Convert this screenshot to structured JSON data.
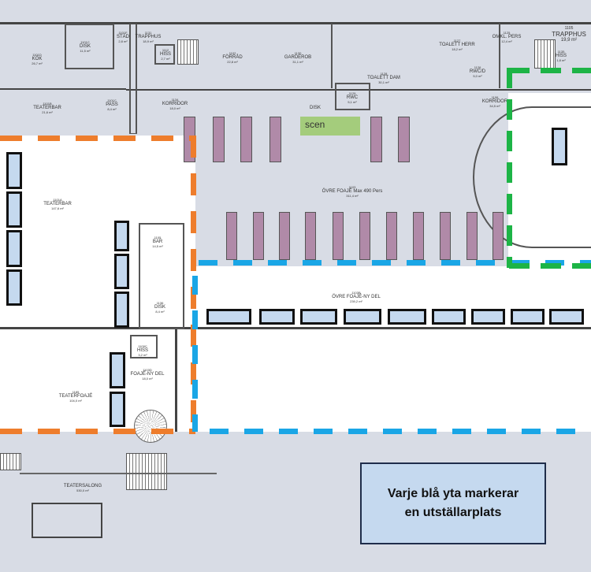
{
  "scene_label": "scen",
  "info_box": {
    "line1": "Varje blå yta markerar",
    "line2": "en utställarplats"
  },
  "colors": {
    "background": "#d8dce5",
    "orange_zone": "#ee7d2c",
    "blue_zone": "#1aa6e6",
    "green_zone": "#1db446",
    "booth": "#c5d9ef",
    "table": "#b08aa8",
    "stage": "#a4cc7c"
  },
  "rooms": [
    {
      "number": "1101D",
      "name": "KÖK",
      "area": "26,7 m²"
    },
    {
      "number": "1101C",
      "name": "DISK",
      "area": "11,5 m²"
    },
    {
      "number": "1101F",
      "name": "STÄD",
      "area": "2,8 m²"
    },
    {
      "number": "1131",
      "name": "TRAPPHUS",
      "area": "18,9 m²"
    },
    {
      "number": "1112",
      "name": "HISS",
      "area": "2,7 m²"
    },
    {
      "number": "1101B",
      "name": "TEATERBAR",
      "area": "21,6 m²"
    },
    {
      "number": "1101C",
      "name": "PASS",
      "area": "8,4 m²"
    },
    {
      "number": "1134",
      "name": "KORRIDOR",
      "area": "18,0 m²"
    },
    {
      "number": "1102",
      "name": "FÖRRÅD",
      "area": "22,8 m²"
    },
    {
      "number": "1130",
      "name": "GARDEROB",
      "area": "31,1 m²"
    },
    {
      "number": "1128",
      "name": "TOALETT DAM",
      "area": "30,1 m²"
    },
    {
      "number": "1129",
      "name": "RWC",
      "area": "5,1 m²"
    },
    {
      "number": "1127",
      "name": "TOALETT HERR",
      "area": "18,2 m²"
    },
    {
      "number": "1126",
      "name": "RWC/D",
      "area": "5,0 m²"
    },
    {
      "number": "1125",
      "name": "OMKL. PERS",
      "area": "12,4 m²"
    },
    {
      "number": "1135",
      "name": "HISS",
      "area": "1,8 m²"
    },
    {
      "number": "1105",
      "name": "TRAPPHUS",
      "area": "19,9 m²"
    },
    {
      "number": "1106",
      "name": "KORRIDOR",
      "area": "34,5 m²"
    },
    {
      "number": "1101A",
      "name": "TEATERBAR",
      "area": "147,6 m²"
    },
    {
      "number": "1103",
      "name": "ÖVRE FOAJÉ Max 490 Pers",
      "area": "311,4 m²"
    },
    {
      "number": "1105",
      "name": "BAR",
      "area": "14,5 m²"
    },
    {
      "number": "1136",
      "name": "DISK",
      "area": "8,4 m²"
    },
    {
      "number": "1103B",
      "name": "ÖVRE FOAJÉ-NY DEL",
      "area": "239,2 m²"
    },
    {
      "number": "1109C",
      "name": "HISS",
      "area": "3,2 m²"
    },
    {
      "number": "1103D",
      "name": "FOAJÉ-NY DEL",
      "area": "18,0 m²"
    },
    {
      "number": "1185",
      "name": "TEATERFOAJÉ",
      "area": "104,0 m²"
    },
    {
      "number": "",
      "name": "TEATERSALONG",
      "area": "530,0 m²"
    }
  ],
  "misc_labels": {
    "disk_counter": "DISK"
  }
}
